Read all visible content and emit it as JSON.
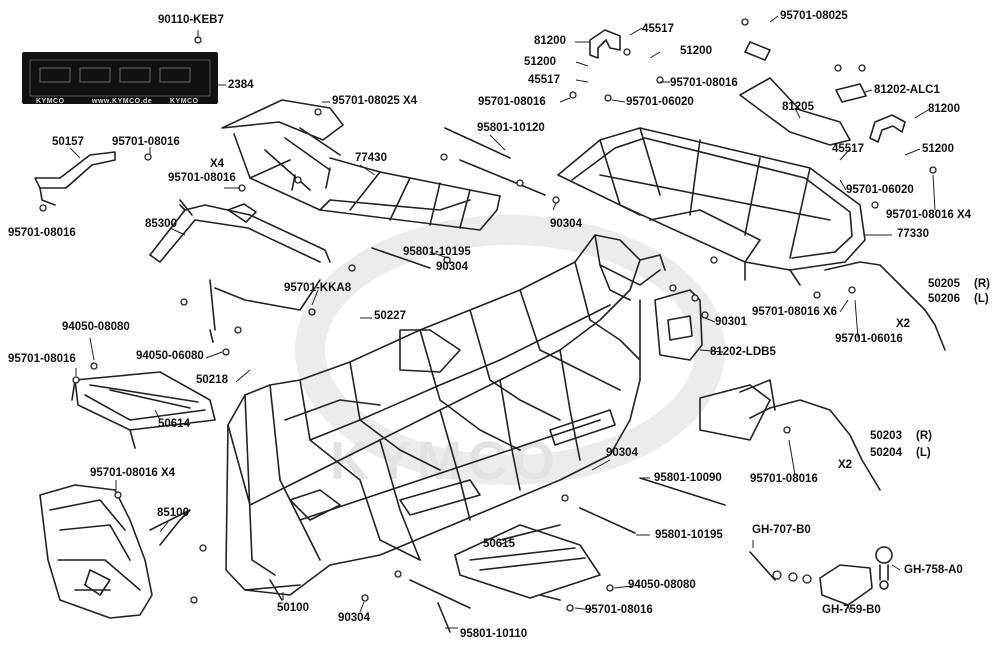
{
  "watermark": "KYMCO",
  "plate_brand_left": "KYMCO",
  "plate_url": "www.KYMCO.de",
  "plate_brand_right": "KYMCO",
  "labels": [
    "90110-KEB7",
    "2384",
    "95701-08025 X4",
    "50157",
    "95701-08016",
    "X4",
    "95701-08016",
    "95701-08016",
    "77430",
    "85300",
    "95801-10120",
    "90304",
    "95801-10195",
    "90304",
    "95701-KKA8",
    "50227",
    "94050-08080",
    "95701-08016",
    "94050-06080",
    "50218",
    "50614",
    "95701-08016 X4",
    "85100",
    "50100",
    "90304",
    "95801-10110",
    "50615",
    "90304",
    "95801-10090",
    "95801-10195",
    "94050-08080",
    "95701-08016",
    "81200",
    "45517",
    "51200",
    "51200",
    "45517",
    "95701-08016",
    "95701-08016",
    "95701-06020",
    "95701-08025",
    "81202-ALC1",
    "81205",
    "81200",
    "45517",
    "51200",
    "95701-06020",
    "95701-08016 X4",
    "77330",
    "95701-08016 X6",
    "95701-06016",
    "90301",
    "81202-LDB5",
    "50205",
    "(R)",
    "50206",
    "(L)",
    "X2",
    "50203",
    "(R)",
    "50204",
    "(L)",
    "X2",
    "95701-08016",
    "GH-707-B0",
    "GH-758-A0",
    "GH-759-B0"
  ]
}
